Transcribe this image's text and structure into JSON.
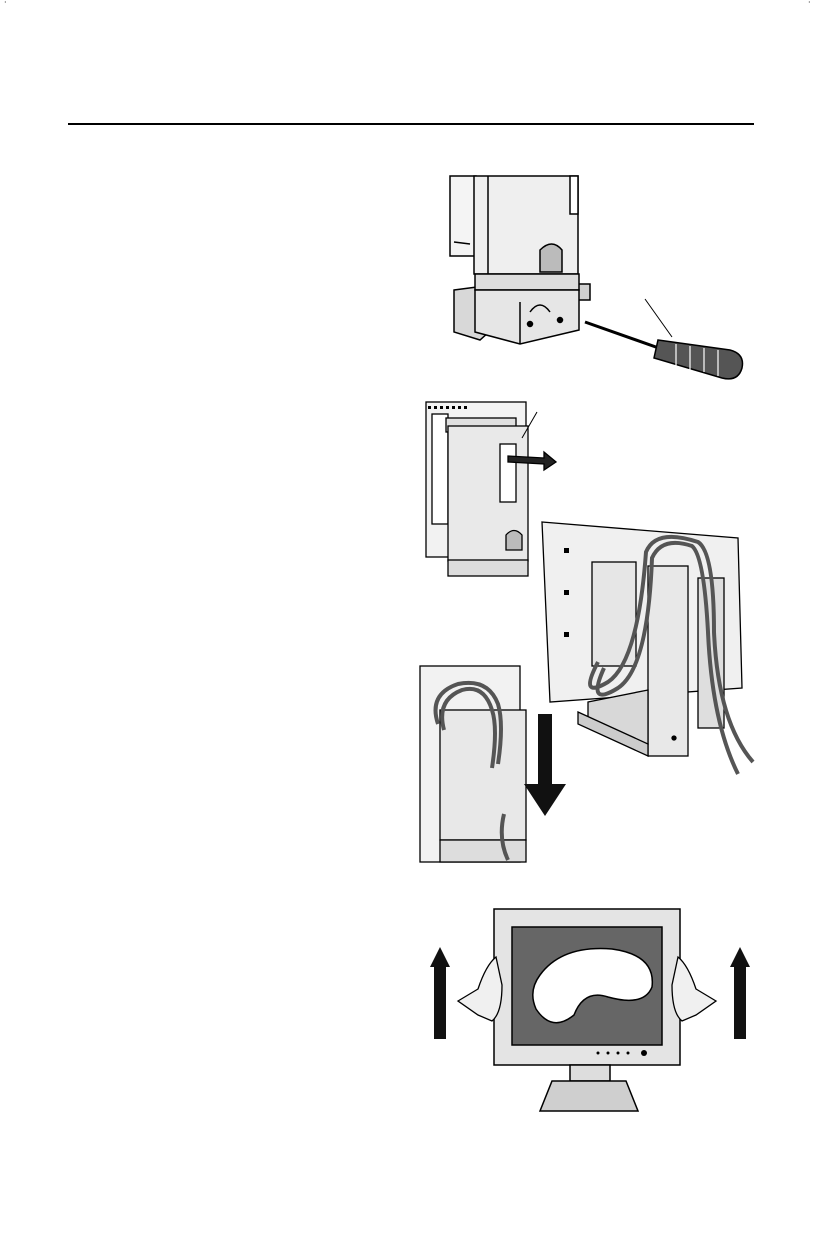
{
  "page": {
    "figures": [
      "screwdriver-removing-cover",
      "rear-cover-removal",
      "cable-routing",
      "cover-replacement",
      "monitor-lift"
    ]
  }
}
